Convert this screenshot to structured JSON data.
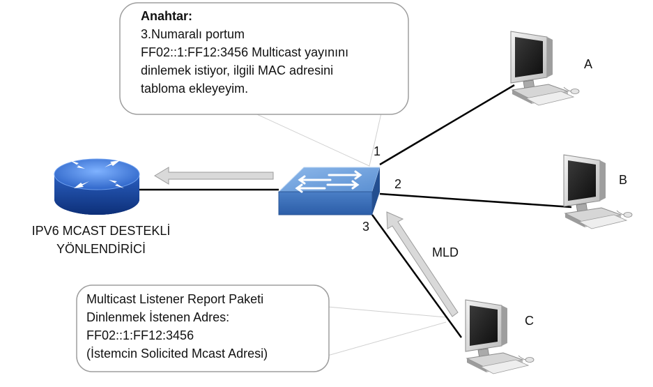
{
  "switch_callout": {
    "title": "Anahtar:",
    "lines": [
      "3.Numaralı portum",
      "FF02::1:FF12:3456 Multicast yayınını",
      "dinlemek istiyor, ilgili MAC adresini",
      "tabloma ekleyeyim."
    ]
  },
  "report_callout": {
    "lines": [
      "Multicast Listener Report Paketi",
      "Dinlenmek İstenen Adres:",
      "FF02::1:FF12:3456",
      "(İstemcin Solicited Mcast Adresi)"
    ]
  },
  "router": {
    "label_line1": "IPV6 MCAST DESTEKLİ",
    "label_line2": "YÖNLENDİRİCİ"
  },
  "ports": {
    "p1": "1",
    "p2": "2",
    "p3": "3"
  },
  "hosts": {
    "a": "A",
    "b": "B",
    "c": "C"
  },
  "mld_label": "MLD",
  "colors": {
    "switch_top": "#6f9fd8",
    "switch_front": "#3f72b8",
    "router_top": "#4e86e0",
    "router_body": "#1e4fa8",
    "arrow_fill": "#d9d9d9",
    "arrow_stroke": "#9a9a9a"
  }
}
